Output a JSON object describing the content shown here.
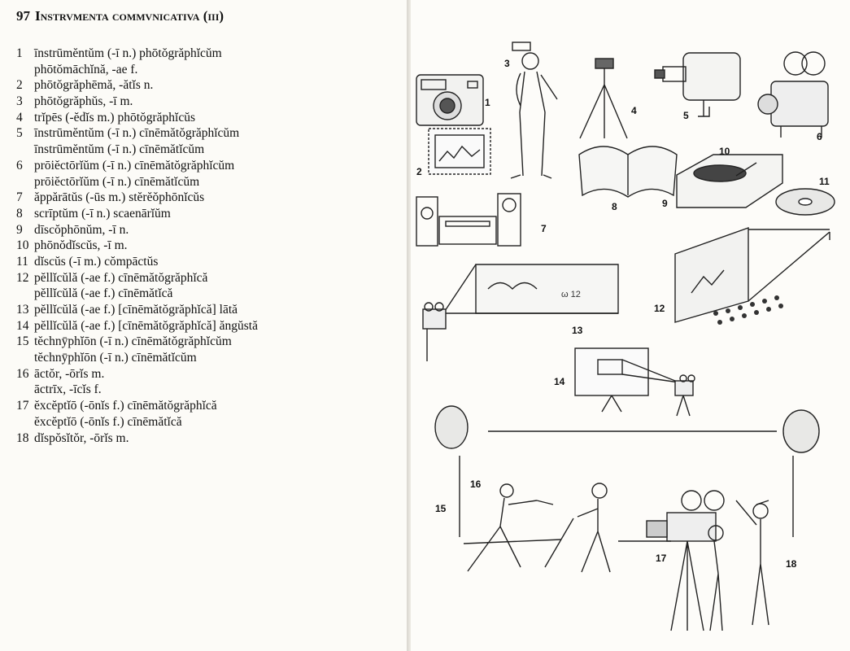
{
  "page_title": {
    "number": "97",
    "text": "Instrvmenta commvnicativa (iii)"
  },
  "entries": [
    {
      "num": "1",
      "text": "īnstrūmĕntŭm (-ī n.) phōtŏgrăphĭcŭm"
    },
    {
      "num": "",
      "text": "phōtŏmāchĭnă, -ae f."
    },
    {
      "num": "2",
      "text": "phōtŏgrăphēmă, -ătĭs n."
    },
    {
      "num": "3",
      "text": "phōtŏgrăphŭs, -ī m."
    },
    {
      "num": "4",
      "text": "trĭpēs (-ĕdĭs m.) phōtŏgrăphĭcŭs"
    },
    {
      "num": "5",
      "text": "īnstrūmĕntŭm (-ī n.) cīnēmătŏgrăphĭcŭm"
    },
    {
      "num": "",
      "text": "īnstrūmĕntŭm (-ī n.) cīnēmătĭcŭm"
    },
    {
      "num": "6",
      "text": "prōiĕctōrĭŭm (-ī n.) cīnēmătŏgrăphĭcŭm"
    },
    {
      "num": "",
      "text": "prōiĕctōrĭŭm (-ī n.) cīnēmătĭcŭm"
    },
    {
      "num": "7",
      "text": "ăppărātŭs (-ūs m.) stĕrĕŏphōnĭcŭs"
    },
    {
      "num": "8",
      "text": "scrīptŭm (-ī n.) scaenārĭŭm"
    },
    {
      "num": "9",
      "text": "dīscŏphōnŭm, -ī n."
    },
    {
      "num": "10",
      "text": "phōnŏdĭscŭs, -ī m."
    },
    {
      "num": "11",
      "text": "dĭscŭs (-ī m.) cŏmpāctŭs"
    },
    {
      "num": "12",
      "text": "pĕllĭcŭlă (-ae f.) cīnēmătŏgrăphĭcă"
    },
    {
      "num": "",
      "text": "pĕllĭcŭlă (-ae f.) cīnēmătĭcă"
    },
    {
      "num": "13",
      "text": "pĕllĭcŭlă (-ae f.) [cīnēmătŏgrăphĭcă] lātă"
    },
    {
      "num": "14",
      "text": "pĕllĭcŭlă (-ae f.) [cīnēmătŏgrăphĭcă] ăngŭstă"
    },
    {
      "num": "15",
      "text": "tĕchnȳphĭōn (-ī n.) cīnēmătŏgrăphĭcŭm"
    },
    {
      "num": "",
      "text": "tĕchnȳphĭōn (-ī n.) cīnēmătĭcŭm"
    },
    {
      "num": "16",
      "text": "āctŏr, -ōrĭs m."
    },
    {
      "num": "",
      "text": "āctrīx, -īcĭs f."
    },
    {
      "num": "17",
      "text": "ĕxcĕptĭō (-ōnĭs f.) cīnēmătŏgrăphĭcă"
    },
    {
      "num": "",
      "text": "ĕxcĕptĭō (-ōnĭs f.) cīnēmătĭcă"
    },
    {
      "num": "18",
      "text": "dĭspŏsĭtŏr, -ōrĭs m."
    }
  ],
  "illustration_labels": {
    "l1": "1",
    "l2": "2",
    "l3": "3",
    "l4": "4",
    "l5": "5",
    "l6": "6",
    "l7": "7",
    "l8": "8",
    "l9": "9",
    "l10": "10",
    "l11": "11",
    "l12": "12",
    "l13": "13",
    "l14": "14",
    "l15": "15",
    "l16": "16",
    "l17": "17",
    "l18": "18"
  },
  "picture_content": {
    "poster_text": "",
    "film_strip_text": "ω 12"
  }
}
